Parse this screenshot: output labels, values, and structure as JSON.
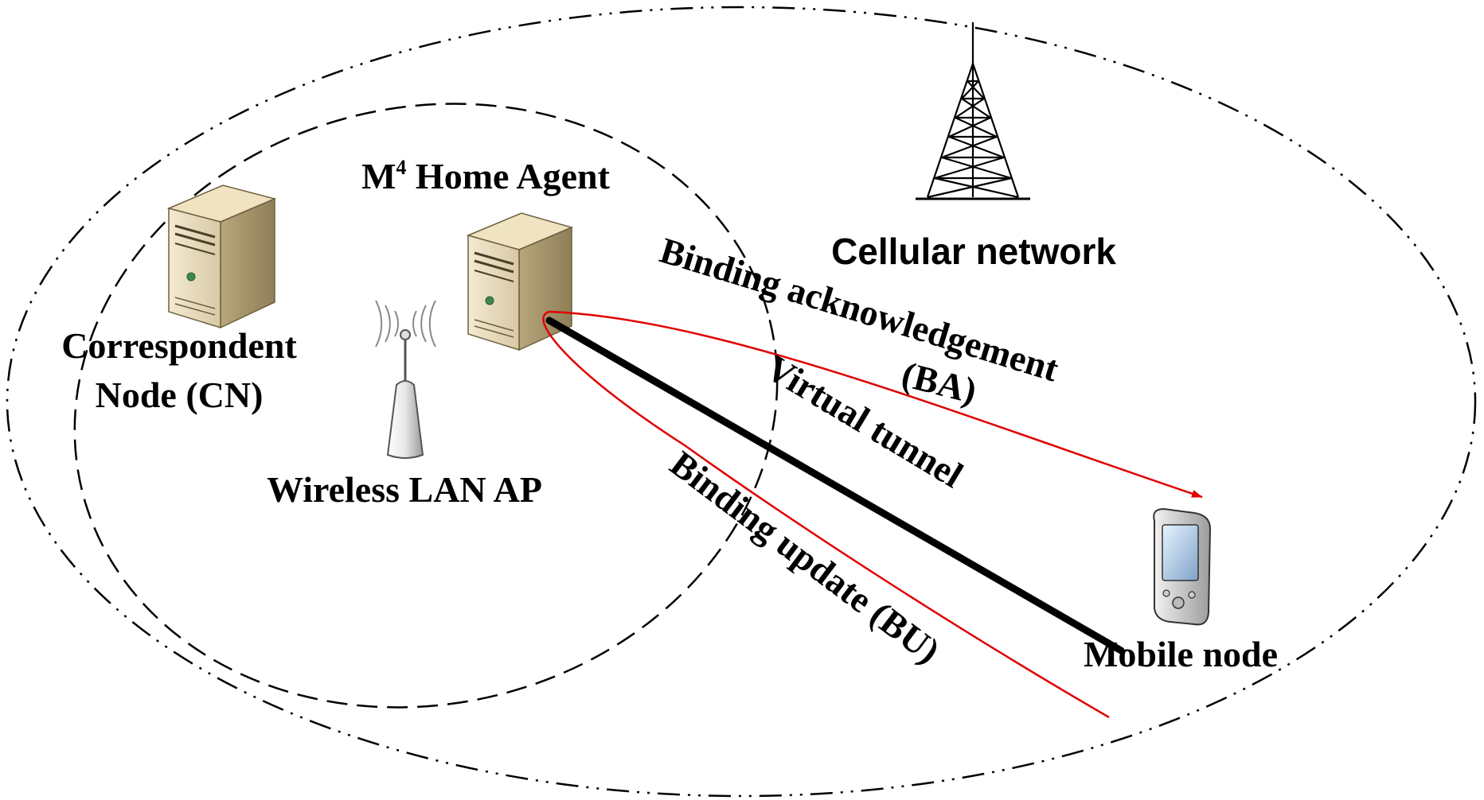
{
  "labels": {
    "home_agent_prefix": "M",
    "home_agent_sup": "4",
    "home_agent_rest": " Home Agent",
    "correspondent_line1": "Correspondent",
    "correspondent_line2": "Node (CN)",
    "wireless_ap": "Wireless LAN AP",
    "cellular_network": "Cellular network",
    "binding_ack_line1": "Binding acknowledgement",
    "binding_ack_line2": "(BA)",
    "virtual_tunnel": "Virtual tunnel",
    "binding_update": "Binding update (BU)",
    "mobile_node": "Mobile node"
  },
  "icons": {
    "correspondent": "server-icon",
    "home_agent": "server-icon",
    "access_point": "wireless-ap-icon",
    "cell_tower": "cell-tower-icon",
    "mobile": "pda-icon"
  },
  "colors": {
    "signal_red": "#e00000",
    "tunnel_black": "#000000"
  }
}
